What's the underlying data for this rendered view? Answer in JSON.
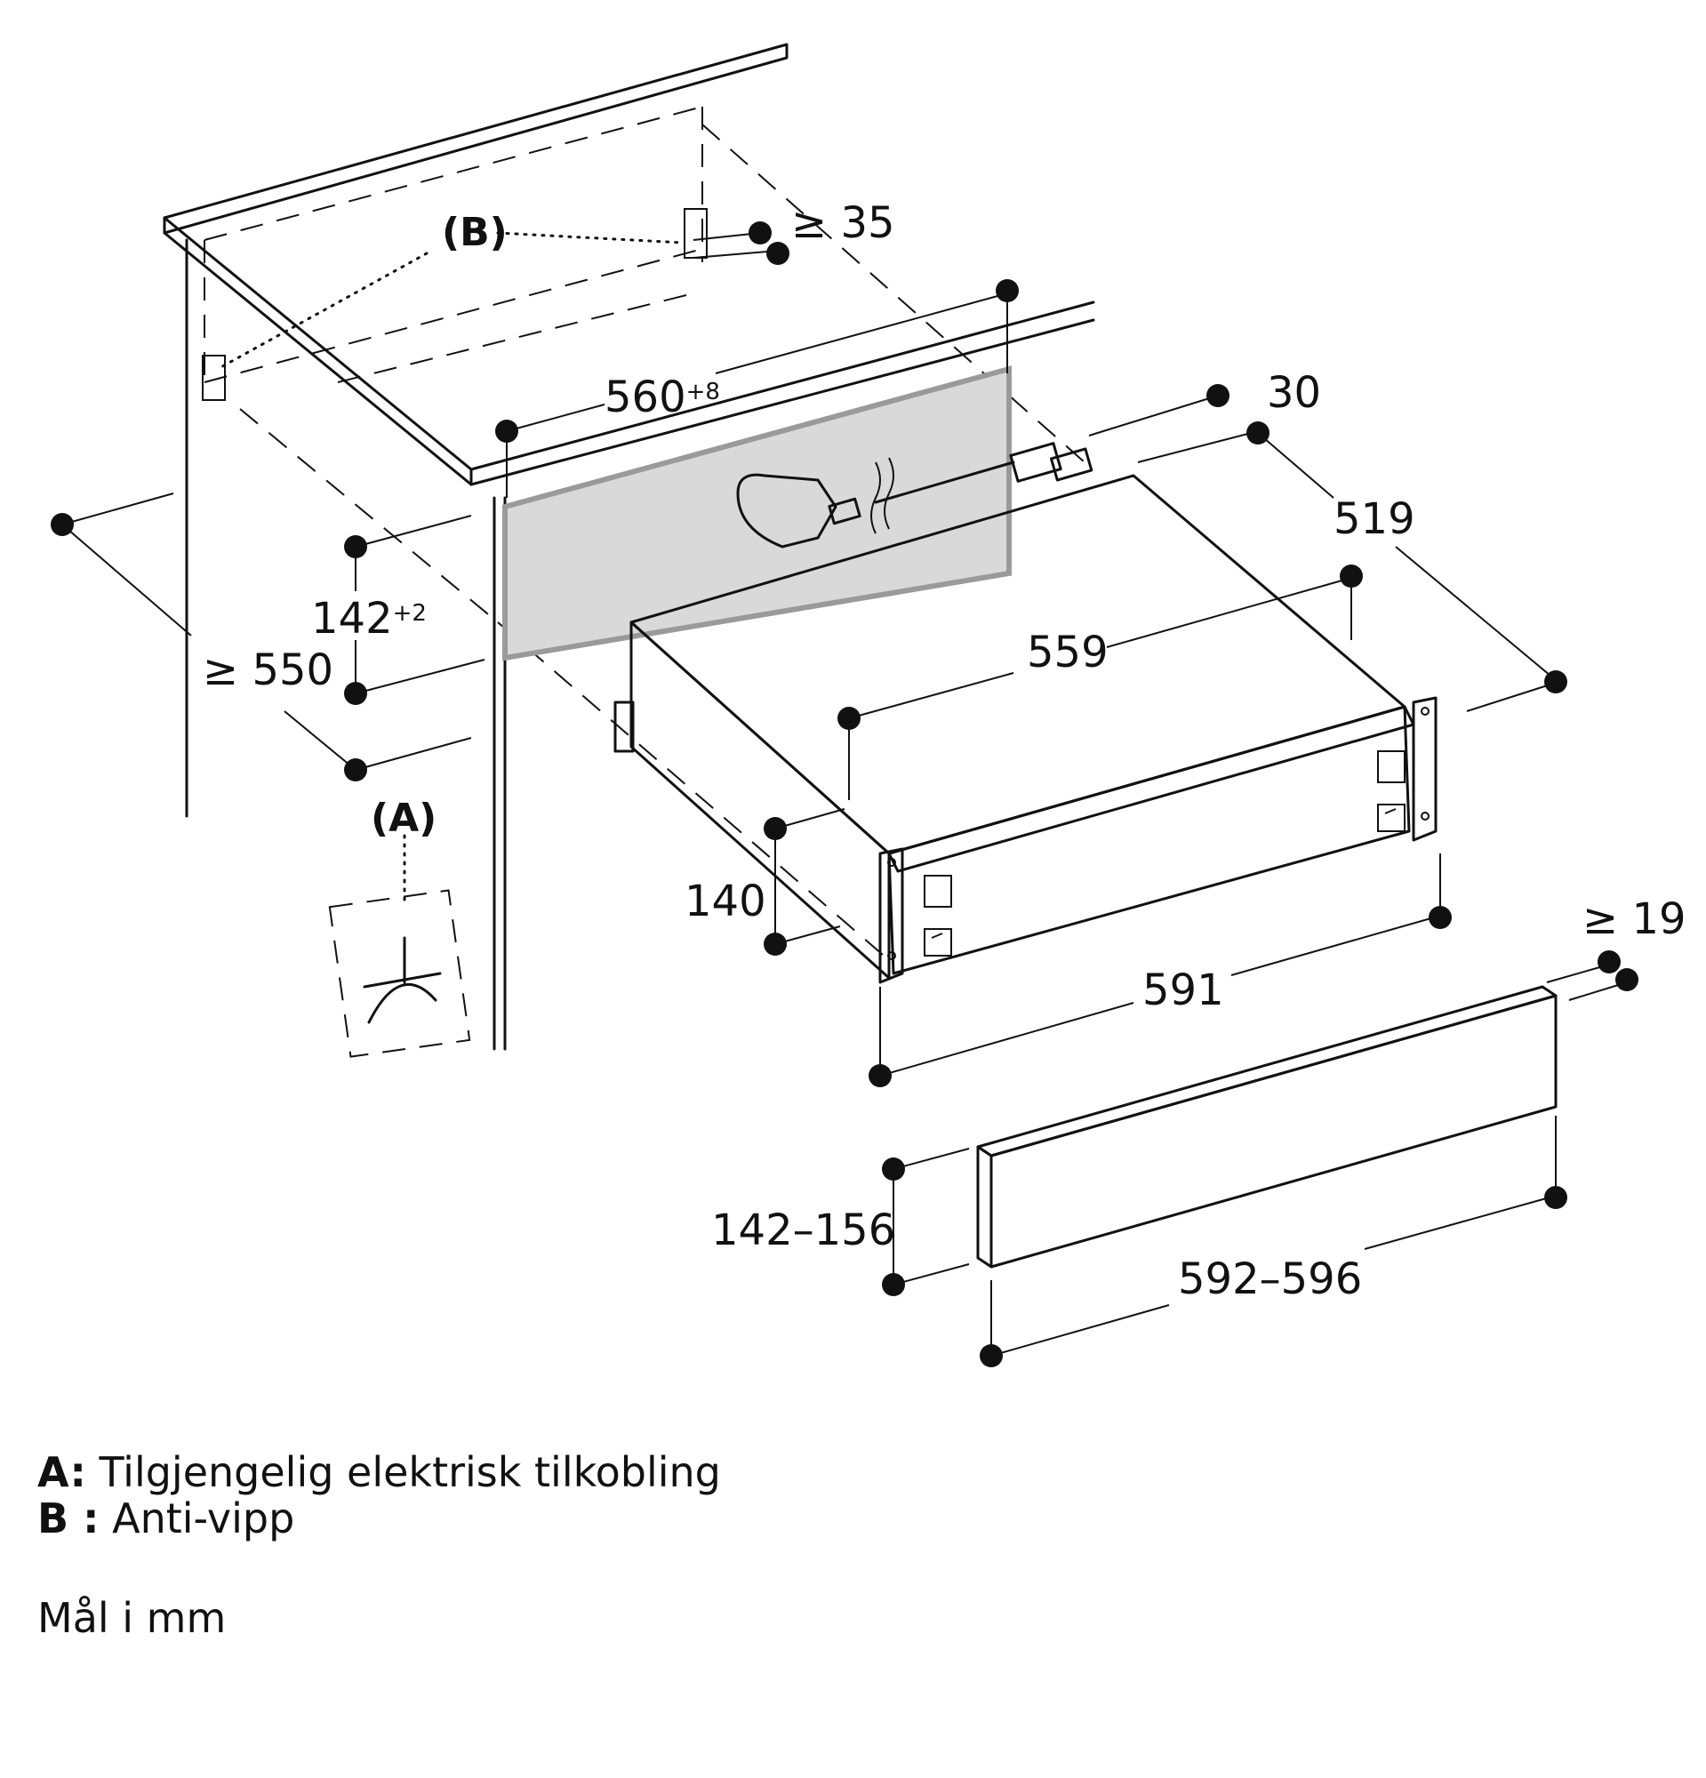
{
  "callouts": {
    "a": "(A)",
    "b": "(B)"
  },
  "dimensions": {
    "min_35": "≥ 35",
    "niche_width": "560",
    "niche_width_tol": "+8",
    "depth_30": "30",
    "depth_519": "519",
    "min_550": "≥ 550",
    "niche_height": "142",
    "niche_height_tol": "+2",
    "width_559": "559",
    "height_140": "140",
    "width_591": "591",
    "min_19": "≥ 19",
    "front_height": "142–156",
    "front_width": "592–596"
  },
  "legend": {
    "a_key": "A:",
    "a_text": "Tilgjengelig elektrisk tilkobling",
    "b_key": "B :",
    "b_text": "Anti-vipp",
    "units": "Mål i mm"
  },
  "colors": {
    "niche_fill": "#d9d9d9",
    "niche_stroke": "#9a9a9a",
    "ink": "#111111"
  }
}
